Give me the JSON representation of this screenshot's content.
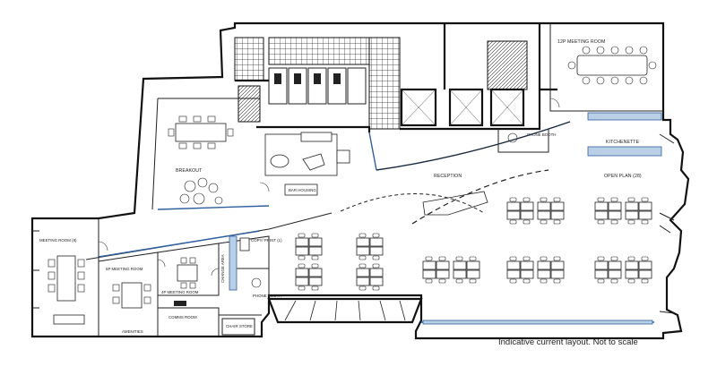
{
  "rooms": {
    "meeting_12p": "12P MEETING ROOM",
    "kitchenette": "KITCHENETTE",
    "phone_booth_top": "PHONE BOOTH",
    "open_plan": "OPEN PLAN (28)",
    "reception": "RECEPTION",
    "breakout": "BREAKOUT",
    "bar_housing": "BAR HOUSING",
    "meeting_8": "MEETING ROOM (8)",
    "meeting_6p": "6P MEETING ROOM",
    "meeting_4p": "4P MEETING ROOM",
    "comms": "COMMS ROOM",
    "copy_print": "COPY/ PRINT (1)",
    "change_area": "CHANGE AREA",
    "phone_booth_bottom": "PHONE BOOTH",
    "chair_store": "CHAIR STORE",
    "amenities": "AMENITIES"
  },
  "footer": {
    "note": "Indicative current layout. Not to scale"
  },
  "colors": {
    "wall": "#111111",
    "glazing": "#2f5f9e",
    "glazing_fill": "#b9cfe6"
  }
}
